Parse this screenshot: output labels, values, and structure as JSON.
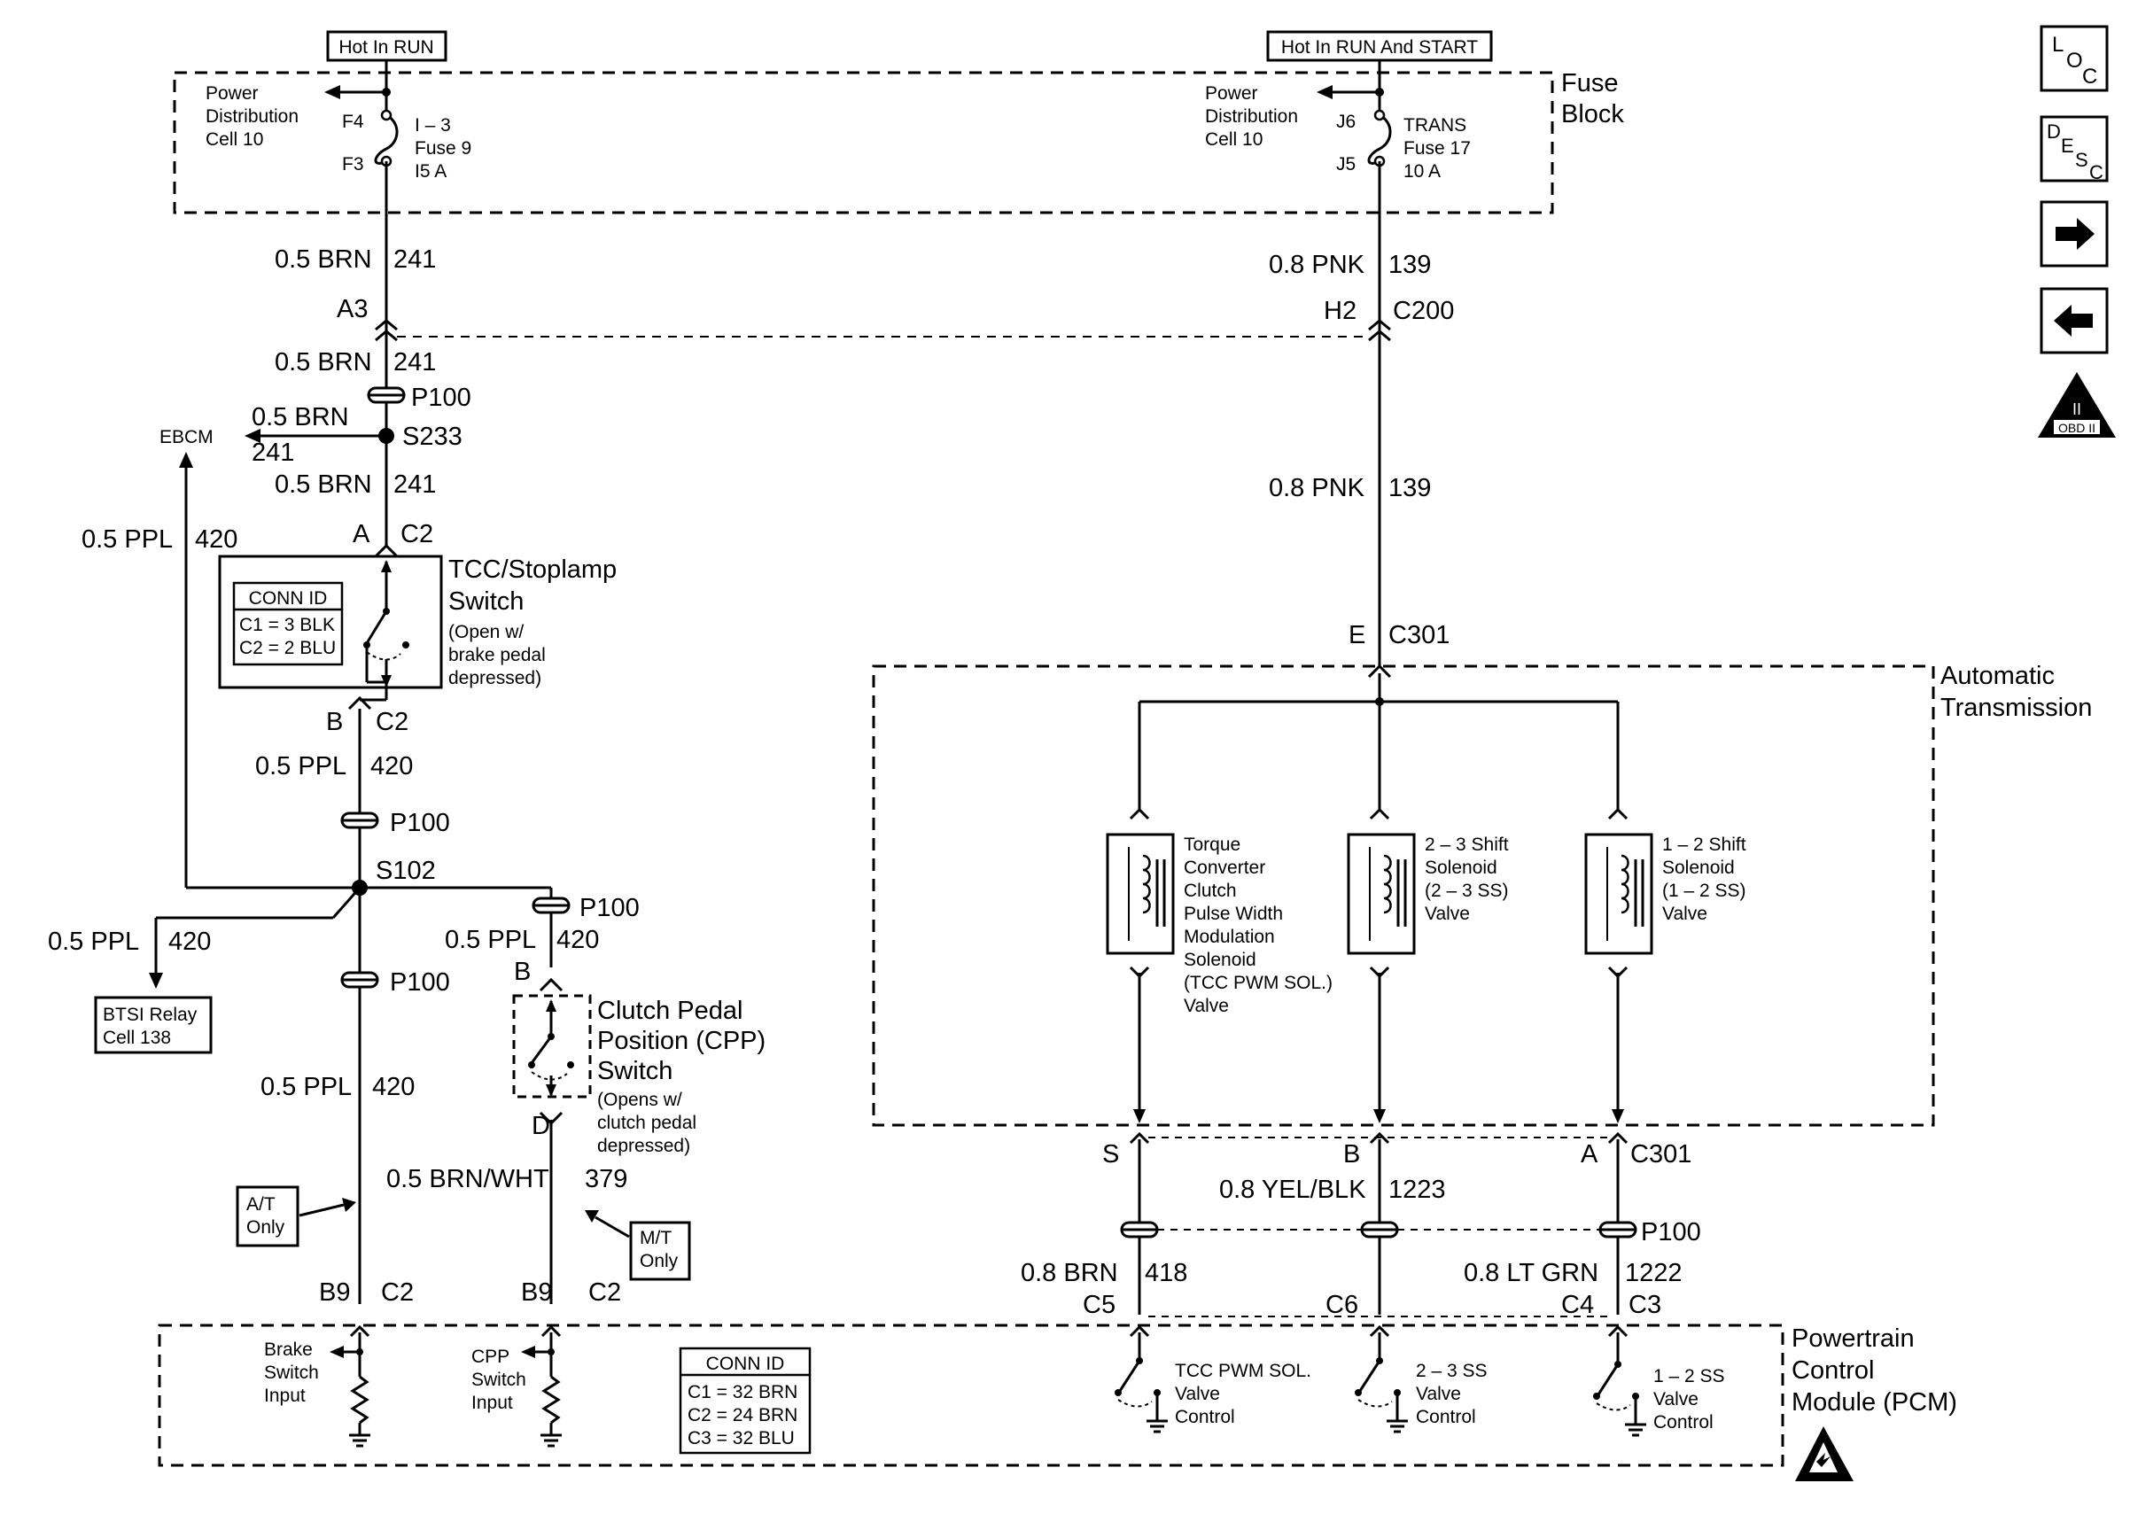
{
  "header": {
    "hot_run": "Hot In RUN",
    "hot_run_start": "Hot In RUN And START"
  },
  "fuse_block": {
    "label_1": "Fuse",
    "label_2": "Block",
    "left_power": [
      "Power",
      "Distribution",
      "Cell 10"
    ],
    "left_f4": "F4",
    "left_f3": "F3",
    "left_fuse": [
      "I – 3",
      "Fuse 9",
      "I5 A"
    ],
    "right_power": [
      "Power",
      "Distribution",
      "Cell 10"
    ],
    "right_j6": "J6",
    "right_j5": "J5",
    "right_fuse": [
      "TRANS",
      "Fuse 17",
      "10 A"
    ]
  },
  "left_circuit": {
    "wire_a": "0.5 BRN",
    "circuit_a": "241",
    "conn_a3": "A3",
    "conn_c200": "C200",
    "p100": "P100",
    "ebcm": "EBCM",
    "s233": "S233",
    "tcc_pin_a": "A",
    "tcc_c2": "C2",
    "tcc_pin_b": "B",
    "wire_ppl": "0.5 PPL",
    "circuit_ppl": "420",
    "s102": "S102",
    "btsi": [
      "BTSI Relay",
      "Cell 138"
    ],
    "at_only": [
      "A/T",
      "Only"
    ],
    "mt_only": [
      "M/T",
      "Only"
    ],
    "cpp_pin_b": "B",
    "cpp_pin_d": "D",
    "wire_brnwht": "0.5 BRN/WHT",
    "circuit_379": "379",
    "pcm_b9": "B9",
    "pcm_c2": "C2"
  },
  "tcc_switch": {
    "title": [
      "TCC/Stoplamp",
      "Switch"
    ],
    "note": [
      "(Open w/",
      "brake pedal",
      "depressed)"
    ],
    "conn_id": "CONN ID",
    "conn_rows": [
      "C1 = 3 BLK",
      "C2 = 2 BLU"
    ]
  },
  "cpp_switch": {
    "title": [
      "Clutch Pedal",
      "Position (CPP)",
      "Switch"
    ],
    "note": [
      "(Opens w/",
      "clutch pedal",
      "depressed)"
    ]
  },
  "right_circuit": {
    "wire_pnk": "0.8 PNK",
    "circuit_139": "139",
    "conn_h2": "H2",
    "conn_e": "E",
    "c301": "C301",
    "pin_s": "S",
    "pin_b": "B",
    "pin_a": "A",
    "wire_yelblk": "0.8 YEL/BLK",
    "circuit_1223": "1223",
    "p100": "P100",
    "wire_brn": "0.8 BRN",
    "circuit_418": "418",
    "wire_ltgrn": "0.8 LT GRN",
    "circuit_1222": "1222",
    "c5": "C5",
    "c6": "C6",
    "c4": "C4",
    "c3": "C3"
  },
  "transmission": {
    "label": [
      "Automatic",
      "Transmission"
    ],
    "tcc_solenoid": [
      "Torque",
      "Converter",
      "Clutch",
      "Pulse Width",
      "Modulation",
      "Solenoid",
      "(TCC PWM SOL.)",
      "Valve"
    ],
    "ss23": [
      "2 – 3 Shift",
      "Solenoid",
      "(2 – 3 SS)",
      "Valve"
    ],
    "ss12": [
      "1 – 2 Shift",
      "Solenoid",
      "(1 – 2 SS)",
      "Valve"
    ]
  },
  "pcm": {
    "label": [
      "Powertrain",
      "Control",
      "Module (PCM)"
    ],
    "brake_input": [
      "Brake",
      "Switch",
      "Input"
    ],
    "cpp_input": [
      "CPP",
      "Switch",
      "Input"
    ],
    "conn_id": "CONN ID",
    "conn_rows": [
      "C1 = 32 BRN",
      "C2 = 24 BRN",
      "C3 = 32 BLU"
    ],
    "tcc_ctrl": [
      "TCC PWM SOL.",
      "Valve",
      "Control"
    ],
    "ss23_ctrl": [
      "2 – 3 SS",
      "Valve",
      "Control"
    ],
    "ss12_ctrl": [
      "1 – 2 SS",
      "Valve",
      "Control"
    ]
  },
  "nav": {
    "loc": [
      "L",
      "O",
      "C"
    ],
    "desc": [
      "D",
      "E",
      "S",
      "C"
    ],
    "obd": [
      "II",
      "OBD II"
    ],
    "next_icon": "arrow-right-icon",
    "prev_icon": "arrow-left-icon"
  }
}
